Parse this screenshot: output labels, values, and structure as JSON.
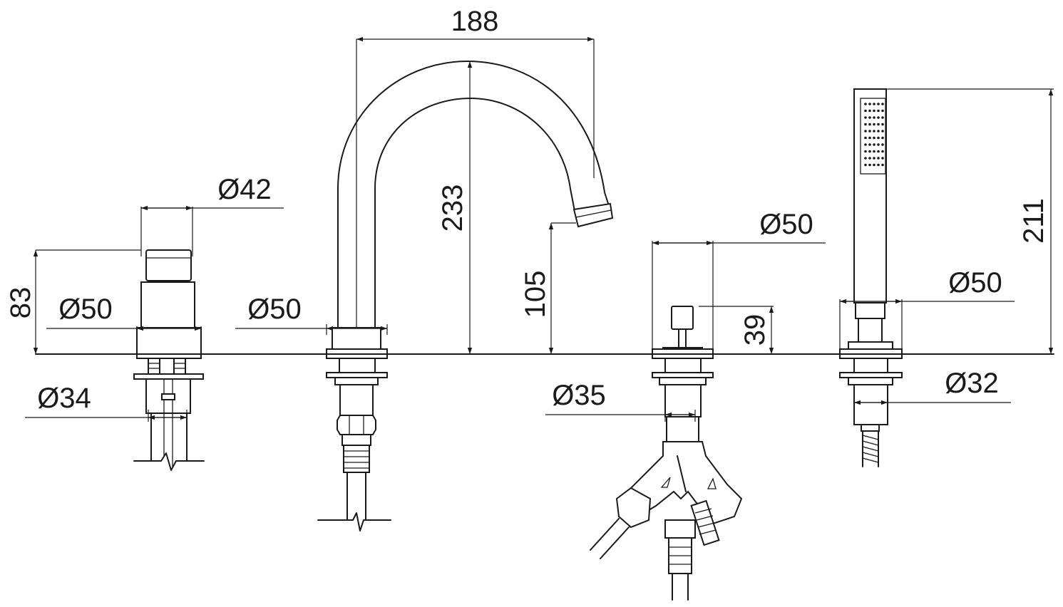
{
  "dimensions": {
    "spout_reach": "188",
    "spout_height": "233",
    "spout_outlet_height": "105",
    "handshower_height": "211",
    "valve_height": "83",
    "diverter_height": "39",
    "valve_handle_diameter": "Ø42",
    "valve_base_diameter": "Ø50",
    "spout_base_diameter": "Ø50",
    "diverter_base_diameter": "Ø50",
    "handshower_base_diameter": "Ø50",
    "valve_shank_diameter": "Ø34",
    "diverter_shank_diameter": "Ø35",
    "handshower_shank_diameter": "Ø32"
  },
  "colors": {
    "line": "#1a1a1a",
    "background": "#ffffff"
  }
}
